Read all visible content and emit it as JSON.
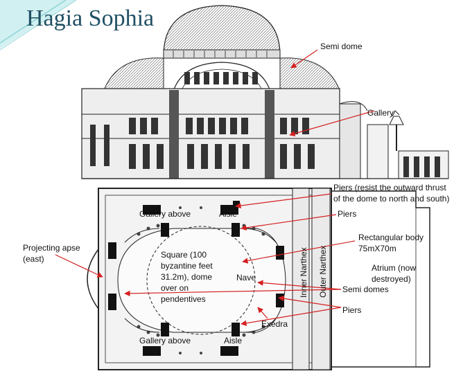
{
  "title": "Hagia Sophia",
  "labels": {
    "semi_dome": "Semi dome",
    "gallery": "Gallery",
    "piers_resist_1": "Piers (resist the outward thrust",
    "piers_resist_2": "of the dome to north and south)",
    "gallery_above_top": "Gallery above",
    "aisle_top": "Aisle",
    "piers_right": "Piers",
    "rect_body_1": "Rectangular body",
    "rect_body_2": "75mX70m",
    "projecting_apse_1": "Projecting apse",
    "projecting_apse_2": "(east)",
    "square_1": "Square (100",
    "square_2": "byzantine feet",
    "square_3": "31.2m), dome",
    "square_4": "over on",
    "square_5": "pendentives",
    "nave": "Nave",
    "inner_narthex": "Inner  Narthex",
    "outer_narthex": "Outer Narthex",
    "atrium_1": "Atrium (now",
    "atrium_2": "destroyed)",
    "semi_domes": "Semi domes",
    "piers_lower": "Piers",
    "exedra": "Exedra",
    "gallery_above_bottom": "Gallery above",
    "aisle_bottom": "Aisle"
  },
  "colors": {
    "title": "#1f4f63",
    "arrow": "#d42020",
    "ink": "#222222",
    "plan_fill": "#f3f3f3",
    "accent_teal": "#8fd3d6"
  }
}
